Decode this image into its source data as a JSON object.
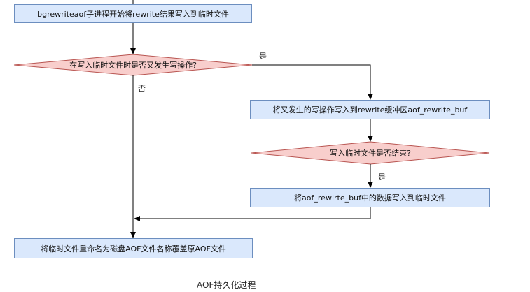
{
  "nodes": {
    "n1": "bgrewriteaof子进程开始将rewrite结果写入到临时文件",
    "d1": "在写入临时文件时是否又发生写操作?",
    "n2": "将又发生的写操作写入到rewrite缓冲区aof_rewrite_buf",
    "d2": "写入临时文件是否结束?",
    "n3": "将aof_rewirte_buf中的数据写入到临时文件",
    "n4": "将临时文件重命名为磁盘AOF文件名称覆盖原AOF文件"
  },
  "edges": {
    "yes1": "是",
    "no1": "否",
    "yes2": "是"
  },
  "caption": "AOF持久化过程",
  "colors": {
    "process_fill": "#dae8fc",
    "process_stroke": "#6c8ebf",
    "decision_fill": "#f8cecc",
    "decision_stroke": "#b85450",
    "line": "#000000"
  }
}
